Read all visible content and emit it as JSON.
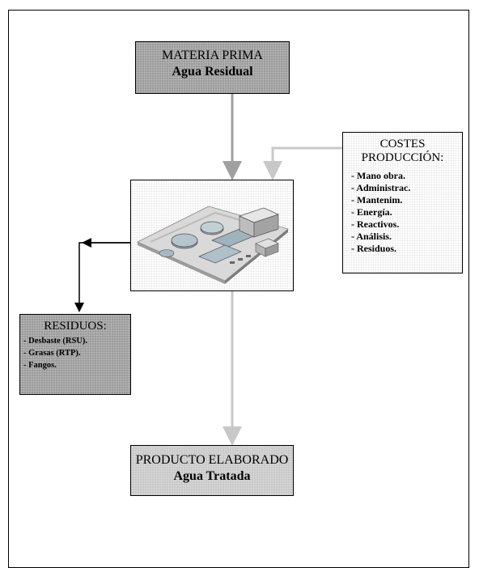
{
  "materia": {
    "line1": "MATERIA PRIMA",
    "line2": "Agua Residual"
  },
  "costes": {
    "title_line1": "COSTES",
    "title_line2": "PRODUCCIÓN:",
    "items": [
      "- Mano obra.",
      "- Administrac.",
      "- Mantenim.",
      "- Energía.",
      "- Reactivos.",
      "- Análisis.",
      "- Residuos."
    ]
  },
  "residuos": {
    "title": "RESIDUOS:",
    "items": [
      "- Desbaste (RSU).",
      "- Grasas (RTP).",
      "- Fangos."
    ]
  },
  "producto": {
    "line1": "PRODUCTO ELABORADO",
    "line2": "Agua Tratada"
  },
  "colors": {
    "box_dark": "#9a9a9a",
    "box_light": "#c8c8c8",
    "arrow_gray": "#a0a0a0",
    "arrow_black": "#000000"
  }
}
